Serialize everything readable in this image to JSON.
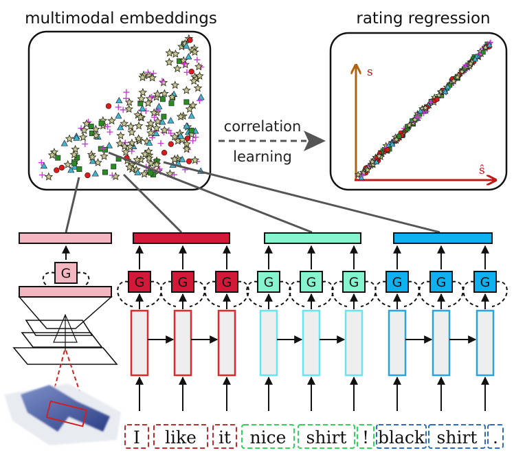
{
  "embedding_panel": {
    "title": "multimodal embeddings"
  },
  "regression_panel": {
    "title": "rating regression",
    "y_axis_label": "s",
    "x_axis_label": "ŝ"
  },
  "correlation_arrow": {
    "line1": "correlation",
    "line2": "learning"
  },
  "gate_label": "G",
  "groups": [
    {
      "name": "image",
      "color": "#f4b6c0"
    },
    {
      "name": "sentence-1",
      "color": "#d2193a",
      "tokens": [
        "I",
        "like",
        "it"
      ]
    },
    {
      "name": "sentence-2",
      "color": "#86f5cf",
      "tokens": [
        "nice",
        "shirt",
        "!"
      ]
    },
    {
      "name": "sentence-3",
      "color": "#0fb0ee",
      "tokens": [
        "black",
        "shirt",
        "."
      ]
    }
  ],
  "colors": {
    "star": "#2d2d18",
    "plus": "#c63bd6",
    "triangle": "#3fb8c7",
    "square": "#2d8a22",
    "circle": "#d81c1c",
    "axis_y": "#b0620f",
    "axis_x": "#c01818",
    "red_token_border": "#c02a2a",
    "green_token_border": "#2fd25a",
    "blue_token_border": "#2a6ac2",
    "cyan_cell_border": "#63e6ee",
    "blue_cell_border": "#22a6e8"
  }
}
